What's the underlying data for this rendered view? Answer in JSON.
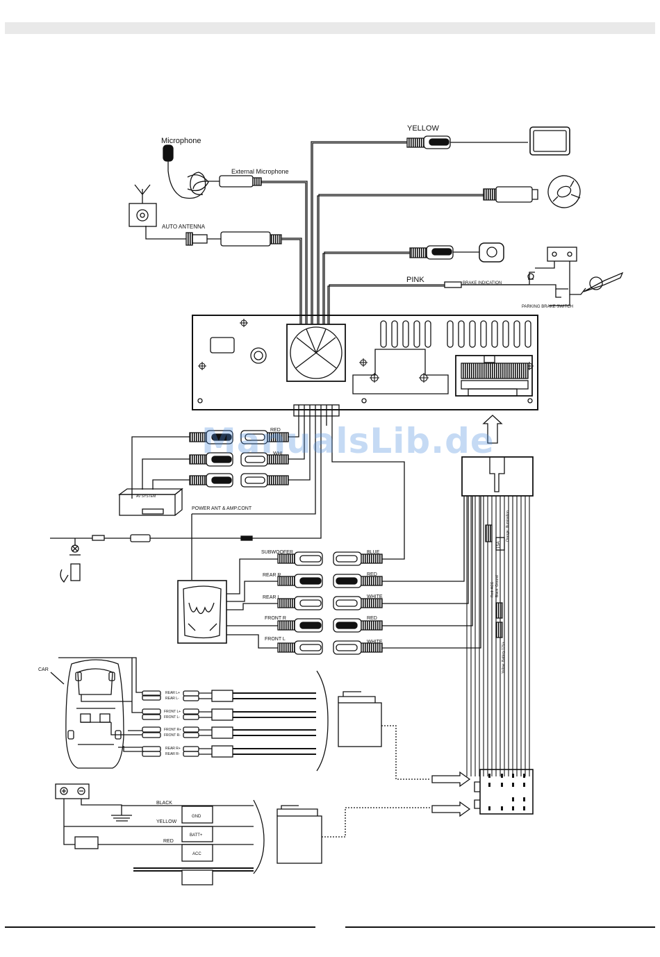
{
  "labels": {
    "yellow_top": "YELLOW",
    "microphone": "Microphone",
    "external_microphone": "External Microphone",
    "auto_antenna": "AUTO ANTENNA",
    "pink": "PINK",
    "brake_indication": "BRAKE INDICATION",
    "parking_brake_switch": "PARKING BRAKE SWITCH",
    "red_av": "RED",
    "white_av": "WHI",
    "av_system": "AV SYSTEM",
    "power_ant": "POWER ANT & AMP.CONT",
    "subwoofer": "SUBWOOFER",
    "rear_r": "REAR R",
    "rear_l": "REAR L",
    "front_r": "FRONT R",
    "front_l": "FRONT L",
    "blue": "BLUE",
    "red": "RED",
    "white": "WHITE",
    "car": "CAR",
    "black": "BLACK",
    "yellow": "YELLOW",
    "red_power": "RED",
    "gnd": "GND",
    "batt": "BATT+",
    "acc": "ACC",
    "fuse": "15A",
    "orange_illum": "Orange: Illumination",
    "black_ground": "Black: Ground",
    "red_acc": "Red: ACC",
    "yellow_battery": "Yellow: Battery 12V+",
    "spk_rear_lp": "REAR L+",
    "spk_rear_lm": "REAR L-",
    "spk_front_lp": "FRONT L+",
    "spk_front_lm": "FRONT L-",
    "spk_front_rp": "FRONT R+",
    "spk_front_rm": "FRONT R-",
    "spk_rear_rp": "REAR R+",
    "spk_rear_rm": "REAR R-"
  },
  "watermark": "ManualsLib.de"
}
